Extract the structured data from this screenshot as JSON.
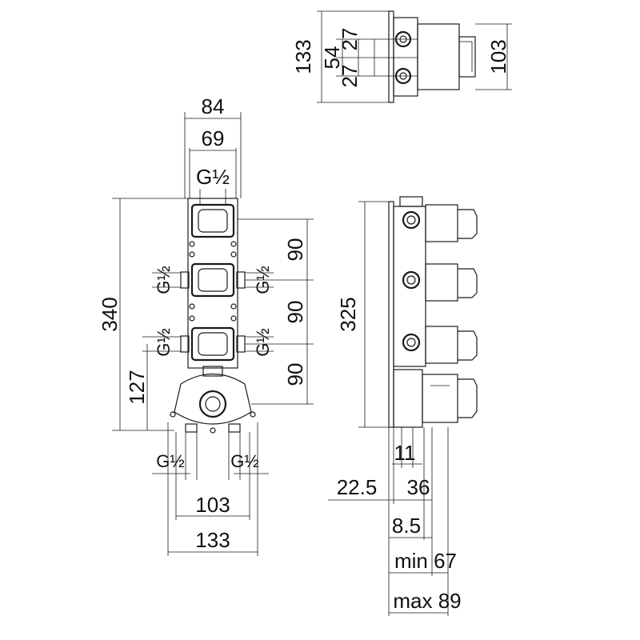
{
  "top_view": {
    "dim_height_total": "133",
    "dim_spacing": "54",
    "dim_half_upper": "27",
    "dim_half_lower": "27",
    "dim_right_height": "103"
  },
  "front_view": {
    "dim_width_outer": "84",
    "dim_width_inner": "69",
    "thread_top": "G½",
    "thread_left_1": "G½",
    "thread_right_1": "G½",
    "thread_left_2": "G½",
    "thread_right_2": "G½",
    "dim_total_height": "340",
    "dim_lower_height": "127",
    "dim_spacing_1": "90",
    "dim_spacing_2": "90",
    "dim_spacing_3": "90",
    "thread_bottom_left": "G½",
    "thread_bottom_right": "G½",
    "dim_bottom_inner": "103",
    "dim_bottom_outer": "133"
  },
  "side_view": {
    "dim_height": "325",
    "dim_11": "11",
    "dim_22_5": "22.5",
    "dim_36": "36",
    "dim_8_5": "8.5",
    "dim_min": "min 67",
    "dim_max": "max 89"
  }
}
